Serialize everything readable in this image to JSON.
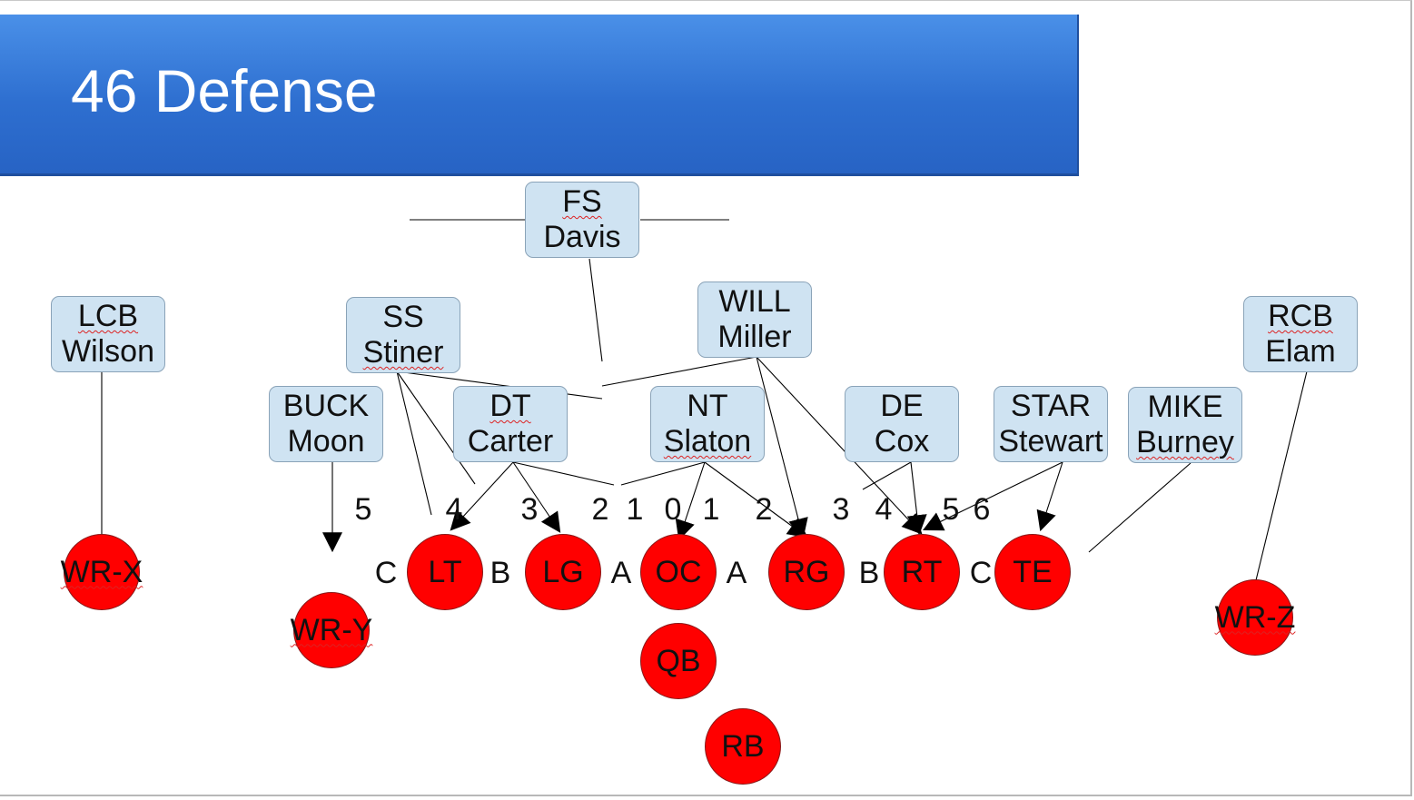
{
  "title": "46 Defense",
  "colors": {
    "title_bar": "#2e6fd0",
    "defender_box": "#cfe3f2",
    "offense_player": "#ff0000"
  },
  "defenders": [
    {
      "id": "fs",
      "position": "FS",
      "name": "Davis"
    },
    {
      "id": "lcb",
      "position": "LCB",
      "name": "Wilson"
    },
    {
      "id": "ss",
      "position": "SS",
      "name": "Stiner"
    },
    {
      "id": "will",
      "position": "WILL",
      "name": "Miller"
    },
    {
      "id": "rcb",
      "position": "RCB",
      "name": "Elam"
    },
    {
      "id": "buck",
      "position": "BUCK",
      "name": "Moon"
    },
    {
      "id": "dt",
      "position": "DT",
      "name": "Carter"
    },
    {
      "id": "nt",
      "position": "NT",
      "name": "Slaton"
    },
    {
      "id": "de",
      "position": "DE",
      "name": "Cox"
    },
    {
      "id": "star",
      "position": "STAR",
      "name": "Stewart"
    },
    {
      "id": "mike",
      "position": "MIKE",
      "name": "Burney"
    }
  ],
  "offense": [
    {
      "id": "wrx",
      "label": "WR-X"
    },
    {
      "id": "wry",
      "label": "WR-Y"
    },
    {
      "id": "lt",
      "label": "LT"
    },
    {
      "id": "lg",
      "label": "LG"
    },
    {
      "id": "oc",
      "label": "OC"
    },
    {
      "id": "rg",
      "label": "RG"
    },
    {
      "id": "rt",
      "label": "RT"
    },
    {
      "id": "te",
      "label": "TE"
    },
    {
      "id": "wrz",
      "label": "WR-Z"
    },
    {
      "id": "qb",
      "label": "QB"
    },
    {
      "id": "rb",
      "label": "RB"
    }
  ],
  "gaps": [
    "C",
    "B",
    "A",
    "A",
    "B",
    "C"
  ],
  "techniques": [
    "5",
    "4",
    "3",
    "2",
    "1",
    "0",
    "1",
    "2",
    "3",
    "4",
    "5",
    "6"
  ]
}
